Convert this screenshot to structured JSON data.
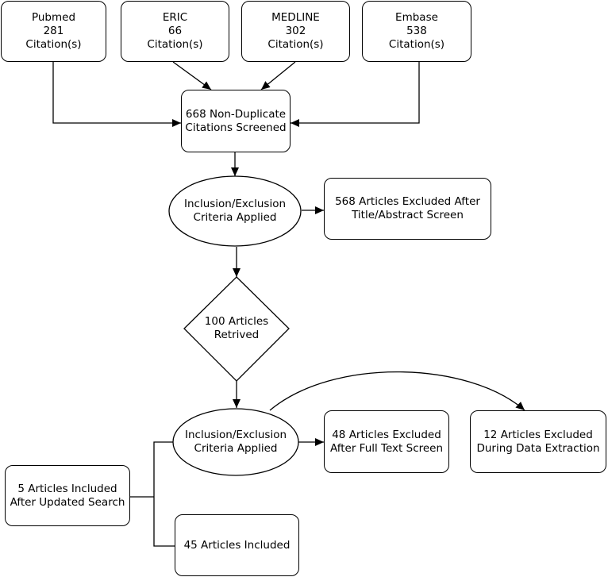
{
  "sources": [
    {
      "name": "Pubmed",
      "count": "281",
      "unit": "Citation(s)"
    },
    {
      "name": "ERIC",
      "count": "66",
      "unit": "Citation(s)"
    },
    {
      "name": "MEDLINE",
      "count": "302",
      "unit": "Citation(s)"
    },
    {
      "name": "Embase",
      "count": "538",
      "unit": "Citation(s)"
    }
  ],
  "screened": "668 Non-Duplicate\nCitations Screened",
  "criteria_1": "Inclusion/Exclusion\nCriteria Applied",
  "excluded_title": "568 Articles Excluded After\nTitle/Abstract Screen",
  "retrieved": "100 Articles\nRetrived",
  "criteria_2": "Inclusion/Exclusion\nCriteria Applied",
  "excluded_fulltext": "48 Articles Excluded\nAfter Full Text Screen",
  "excluded_extraction": "12 Articles Excluded\nDuring Data Extraction",
  "included_updated": "5 Articles Included\nAfter Updated Search",
  "included_final": "45 Articles Included"
}
